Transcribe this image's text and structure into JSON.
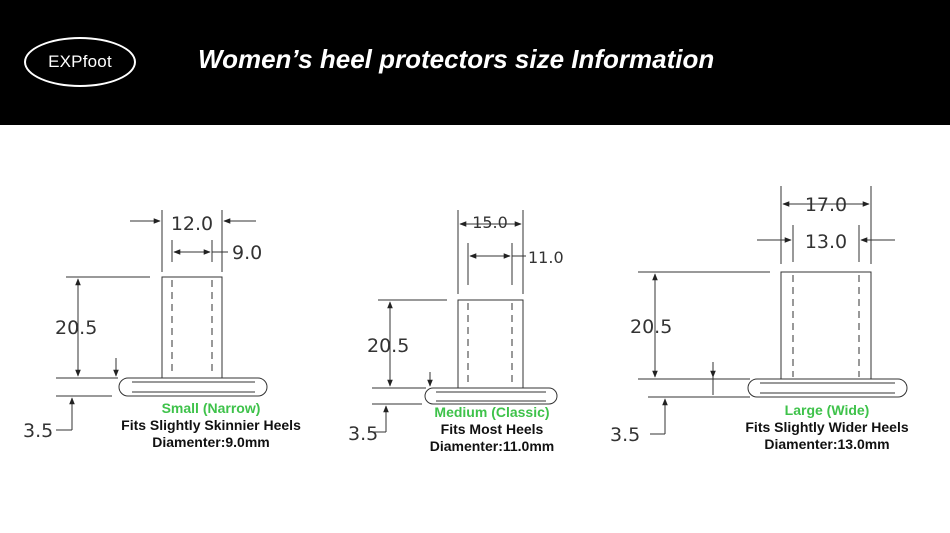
{
  "header": {
    "logo_text": "EXPfoot",
    "title": "Women’s heel protectors size Information",
    "bg_color": "#000000"
  },
  "accent_color": "#3ec24a",
  "sizes": [
    {
      "name": "Small (Narrow)",
      "fit": "Fits Slightly Skinnier Heels",
      "diameter": "Diamenter:9.0mm",
      "dims": {
        "outer": "12.0",
        "inner": "9.0",
        "height": "20.5",
        "base": "3.5"
      }
    },
    {
      "name": "Medium (Classic)",
      "fit": "Fits Most Heels",
      "diameter": "Diamenter:11.0mm",
      "dims": {
        "outer": "15.0",
        "inner": "11.0",
        "height": "20.5",
        "base": "3.5"
      }
    },
    {
      "name": "Large (Wide)",
      "fit": "Fits Slightly Wider Heels",
      "diameter": "Diamenter:13.0mm",
      "dims": {
        "outer": "17.0",
        "inner": "13.0",
        "height": "20.5",
        "base": "3.5"
      }
    }
  ]
}
